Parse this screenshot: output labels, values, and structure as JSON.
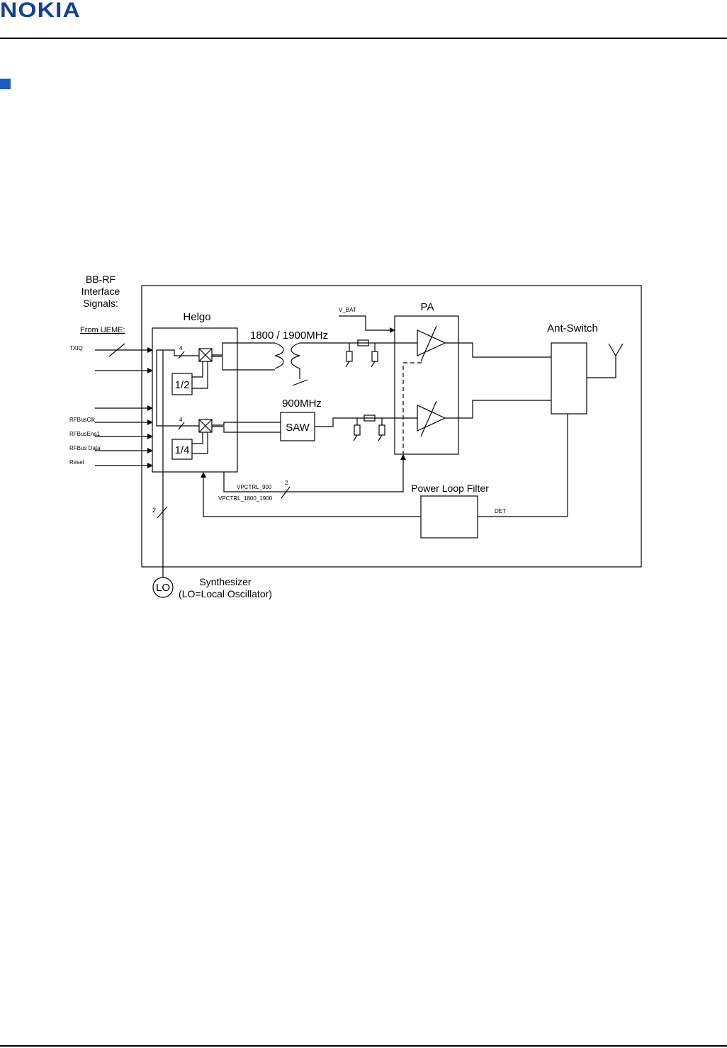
{
  "header": {
    "logo_text": "NOKIA",
    "brand_color": "#124191",
    "bullet_color": "#1a5cc8"
  },
  "diagram": {
    "interface_title": [
      "BB-RF",
      "Interface",
      "Signals:"
    ],
    "from_ueme": "From UEME:",
    "signals": {
      "txiq": "TXIQ",
      "rfbusclk": "RFBusClk",
      "rfbusena1": "RFBusEna1",
      "rfbusdata": "RFBus Data",
      "reset": "Reset"
    },
    "helgo": "Helgo",
    "div_half": "1/2",
    "div_quarter": "1/4",
    "bus_width_4a": "4",
    "bus_width_4b": "4",
    "bus_width_2a": "2",
    "bus_width_2b": "2",
    "band_high": "1800 / 1900MHz",
    "band_low": "900MHz",
    "saw": "SAW",
    "v_bat": "V_BAT",
    "pa": "PA",
    "ant_switch": "Ant-Switch",
    "vpctrl_900": "VPCTRL_900",
    "vpctrl_1800_1900": "VPCTRL_1800_1900",
    "power_loop_filter": "Power Loop Filter",
    "det": "DET",
    "lo": "LO",
    "synthesizer": "Synthesizer",
    "lo_note": "(LO=Local Oscillator)"
  }
}
